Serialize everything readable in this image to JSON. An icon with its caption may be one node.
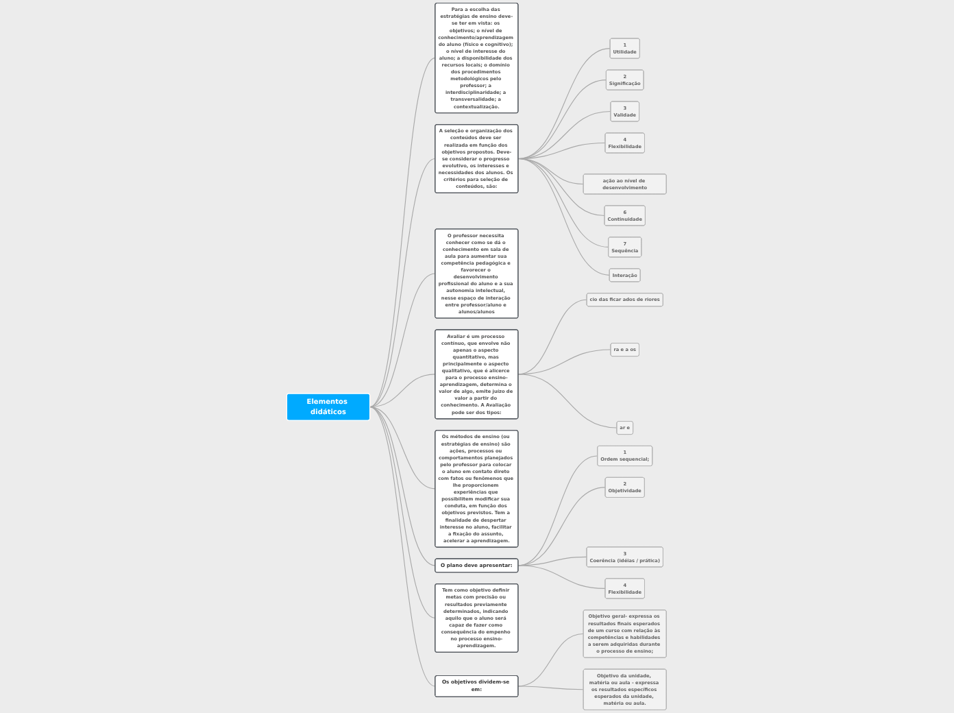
{
  "diagram": {
    "nodes": [
      {
        "text": [
          "Elementos didáticos"
        ]
      },
      {
        "text": [
          "Para a escolha das estratégias de ensino deve-se ter em vista: os objetivos; o nível de conhecimento/aprendizagem do aluno (físico e cognitivo); o nível de interesse do aluno; a disponibilidade dos recursos locais; o domínio dos procedimentos metodológicos pelo professor; a interdisciplinaridade; a transversalidade; a contextualização."
        ]
      },
      {
        "text": [
          "A seleção e organização dos conteúdos deve ser realizada em função dos objetivos propostos. Deve-se considerar o progresso evolutivo, os interesses e necessidades dos alunos. Os critérios para seleção de conteúdos, são:"
        ]
      },
      {
        "text": [
          "1",
          "Utilidade"
        ]
      },
      {
        "text": [
          "2",
          "Significação"
        ]
      },
      {
        "text": [
          "3",
          "Validade"
        ]
      },
      {
        "text": [
          "4",
          "Flexibilidade"
        ]
      },
      {
        "text": [
          "ação ao nível de desenvolvimento"
        ]
      },
      {
        "text": [
          "6",
          "Continuidade"
        ]
      },
      {
        "text": [
          "7",
          "Sequência"
        ]
      },
      {
        "text": [
          "Interação"
        ]
      },
      {
        "text": [
          "O professor necessita conhecer como se dá o conhecimento em sala de aula para aumentar sua competência pedagógica e favorecer o desenvolvimento profissional do aluno e a sua autonomia intelectual, nesse espaço de interação entre professor/aluno e alunos/alunos"
        ]
      },
      {
        "text": [
          "Avaliar é um processo contínuo, que envolve não apenas o aspecto quantitativo, mas principalmente o aspecto qualitativo, que é alicerce para o processo ensino-aprendizagem, determina o valor de algo, emite juízo de valor a partir do conhecimento. A Avaliação pode ser dos tipos:"
        ]
      },
      {
        "text": [
          "cio das ficar ados de riores"
        ]
      },
      {
        "text": [
          "ra e a os"
        ]
      },
      {
        "text": [
          "ar e"
        ]
      },
      {
        "text": [
          "Os métodos de ensino (ou estratégias de ensino) são ações, processos ou comportamentos planejados pelo professor para colocar o aluno em contato direto com fatos ou fenômenos que lhe proporcionem experiências que possibilitem modificar sua conduta, em função dos objetivos previstos. Tem a finalidade de despertar interesse no aluno, facilitar a fixação do assunto, acelerar a aprendizagem."
        ]
      },
      {
        "text": [
          "O plano deve apresentar:"
        ]
      },
      {
        "text": [
          "1",
          "Ordem sequencial;"
        ]
      },
      {
        "text": [
          "2",
          "Objetividade"
        ]
      },
      {
        "text": [
          "3",
          "Coerência (idéias / prática)"
        ]
      },
      {
        "text": [
          "4",
          "Flexibilidade"
        ]
      },
      {
        "text": [
          "Tem como objetivo definir metas com precisão ou resultados previamente determinados, indicando aquilo que o aluno será capaz de fazer como consequência do empenho no processo ensino-aprendizagem."
        ]
      },
      {
        "text": [
          "Os objetivos dividem-se em:"
        ]
      },
      {
        "text": [
          "Objetivo geral- expressa os resultados finais esperados de um curso com relação às competências e habilidades a serem adquiridas durante o processo de ensino;"
        ]
      },
      {
        "text": [
          "Objetivo da unidade, matéria ou aula - expressa os resultados específicos esperados da unidade, matéria ou aula."
        ]
      }
    ],
    "edges": [
      {
        "from": 0,
        "to": 1,
        "arrow": "none"
      },
      {
        "from": 0,
        "to": 2,
        "arrow": "none"
      },
      {
        "from": 2,
        "to": 3,
        "arrow": "none"
      },
      {
        "from": 2,
        "to": 4,
        "arrow": "none"
      },
      {
        "from": 2,
        "to": 5,
        "arrow": "none"
      },
      {
        "from": 2,
        "to": 6,
        "arrow": "none"
      },
      {
        "from": 2,
        "to": 7,
        "arrow": "none"
      },
      {
        "from": 2,
        "to": 8,
        "arrow": "none"
      },
      {
        "from": 2,
        "to": 9,
        "arrow": "none"
      },
      {
        "from": 2,
        "to": 10,
        "arrow": "none"
      },
      {
        "from": 0,
        "to": 11,
        "arrow": "none"
      },
      {
        "from": 0,
        "to": 12,
        "arrow": "none"
      },
      {
        "from": 12,
        "to": 13,
        "arrow": "none"
      },
      {
        "from": 12,
        "to": 14,
        "arrow": "none"
      },
      {
        "from": 12,
        "to": 15,
        "arrow": "none"
      },
      {
        "from": 0,
        "to": 16,
        "arrow": "none"
      },
      {
        "from": 0,
        "to": 17,
        "arrow": "none"
      },
      {
        "from": 17,
        "to": 18,
        "arrow": "none"
      },
      {
        "from": 17,
        "to": 19,
        "arrow": "none"
      },
      {
        "from": 17,
        "to": 20,
        "arrow": "none"
      },
      {
        "from": 17,
        "to": 21,
        "arrow": "none"
      },
      {
        "from": 0,
        "to": 22,
        "arrow": "none"
      },
      {
        "from": 0,
        "to": 23,
        "arrow": "none"
      },
      {
        "from": 23,
        "to": 24,
        "arrow": "none"
      },
      {
        "from": 23,
        "to": 25,
        "arrow": "none"
      }
    ]
  }
}
